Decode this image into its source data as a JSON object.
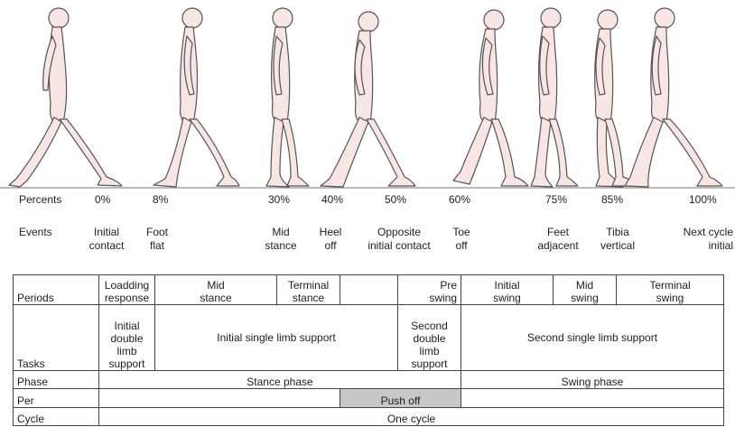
{
  "labels": {
    "percents_header": "Percents",
    "events_header": "Events",
    "percents": [
      "0%",
      "8%",
      "30%",
      "40%",
      "50%",
      "60%",
      "75%",
      "85%",
      "100%"
    ],
    "events": [
      {
        "line1": "Initial",
        "line2": "contact"
      },
      {
        "line1": "Foot",
        "line2": "flat"
      },
      {
        "line1": "Mid",
        "line2": "stance"
      },
      {
        "line1": "Heel",
        "line2": "off"
      },
      {
        "line1": "Opposite",
        "line2": "initial contact"
      },
      {
        "line1": "Toe",
        "line2": "off"
      },
      {
        "line1": "Feet",
        "line2": "adjacent"
      },
      {
        "line1": "Tibia",
        "line2": "vertical"
      },
      {
        "line1": "Next cycle",
        "line2": "initial"
      }
    ]
  },
  "table": {
    "periods": {
      "head": "Periods",
      "cells": [
        {
          "line1": "Loadding",
          "line2": "response"
        },
        {
          "line1": "Mid",
          "line2": "stance"
        },
        {
          "line1": "Terminal",
          "line2": "stance"
        },
        {
          "line1": "",
          "line2": ""
        },
        {
          "line1": "Pre",
          "line2": "swing"
        },
        {
          "line1": "Initial",
          "line2": "swing"
        },
        {
          "line1": "Mid",
          "line2": "swing"
        },
        {
          "line1": "Terminal",
          "line2": "swing"
        }
      ]
    },
    "tasks": {
      "head": "Tasks",
      "initial_double": [
        "Initial",
        "double",
        "limb",
        "support"
      ],
      "initial_single": "Initial single limb support",
      "second_double": [
        "Second",
        "double",
        "limb",
        "support"
      ],
      "second_single": "Second single limb  support"
    },
    "phase": {
      "head": "Phase",
      "stance": "Stance phase",
      "swing": "Swing phase"
    },
    "per": {
      "head": "Per",
      "push_off": "Push off"
    },
    "cycle": {
      "head": "Cycle",
      "value": "One cycle"
    }
  },
  "colors": {
    "figure_fill": "#f7e6e4",
    "figure_stroke": "#555555",
    "shade": "#c8c8c8"
  }
}
